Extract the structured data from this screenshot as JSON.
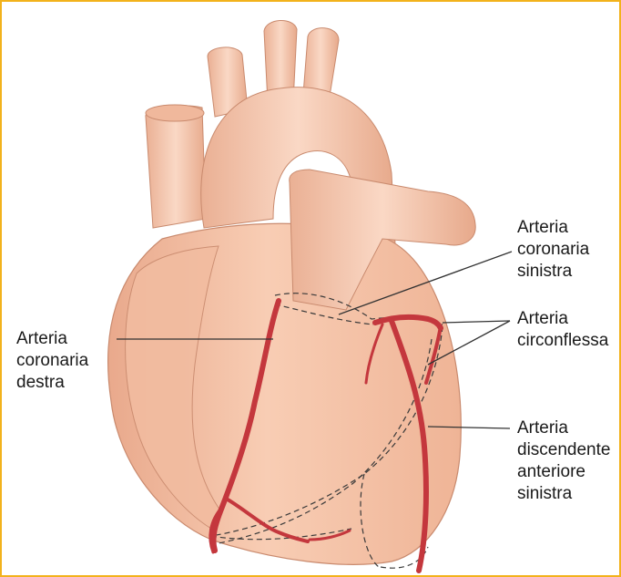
{
  "figure": {
    "colors": {
      "frame": "#f2b21c",
      "background": "#ffffff",
      "heart_fill": "#f6c3a8",
      "heart_shadow": "#e8a88a",
      "artery": "#c4373d",
      "leader_line": "#333333",
      "dashed_outline": "#3a3a3a"
    },
    "labels": {
      "left_coronary": [
        "Arteria",
        "coronaria",
        "sinistra"
      ],
      "circumflex": [
        "Arteria",
        "circonflessa"
      ],
      "right_coronary": [
        "Arteria",
        "coronaria",
        "destra"
      ],
      "lad": [
        "Arteria",
        "discendente",
        "anteriore",
        "sinistra"
      ]
    }
  }
}
